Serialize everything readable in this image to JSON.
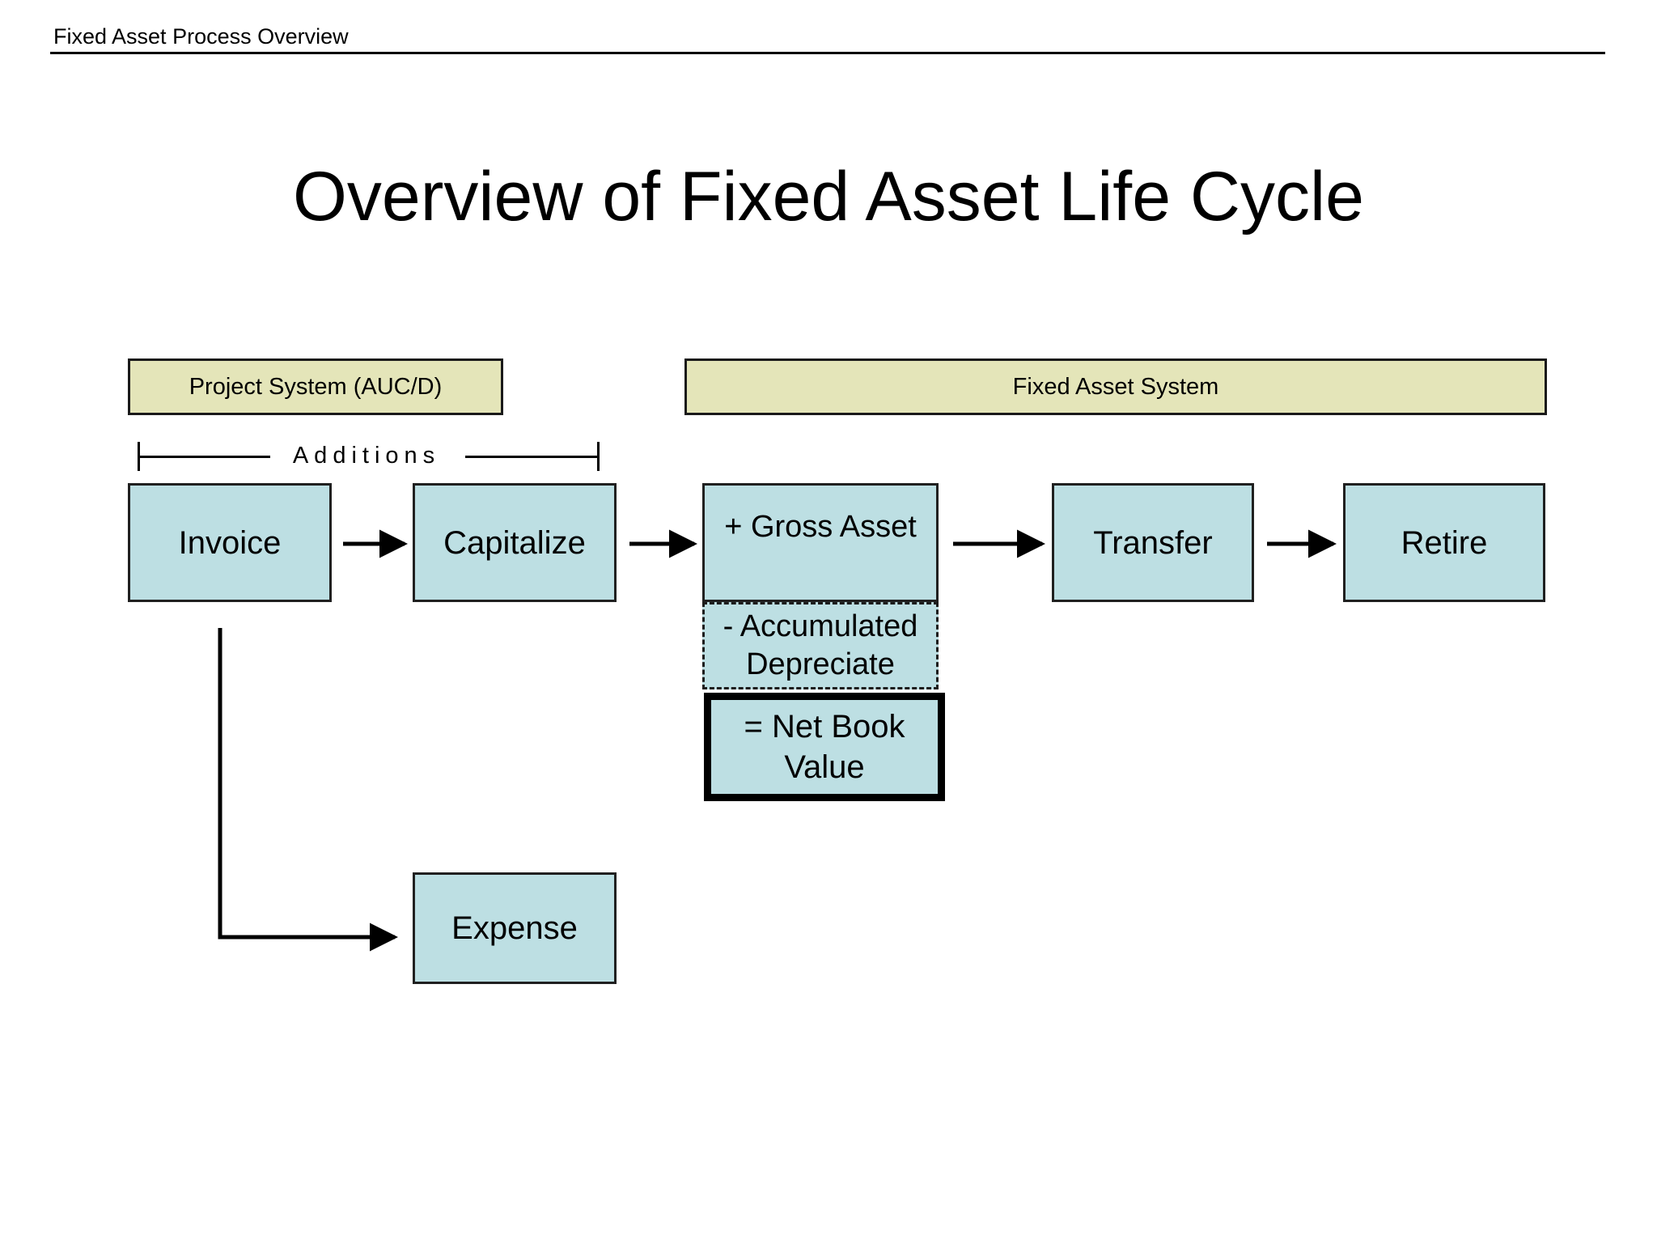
{
  "header": {
    "text": "Fixed Asset Process Overview"
  },
  "title": "Overview of Fixed Asset Life Cycle",
  "lanes": [
    {
      "id": "project",
      "label": "Project System (AUC/D)"
    },
    {
      "id": "fixed",
      "label": "Fixed Asset System"
    }
  ],
  "annotations": {
    "additions": "Additions"
  },
  "boxes": {
    "invoice": "Invoice",
    "capitalize": "Capitalize",
    "gross": "+ Gross Asset",
    "accumulated": "- Accumulated Depreciate",
    "net_book": "= Net Book Value",
    "transfer": "Transfer",
    "retire": "Retire",
    "expense": "Expense"
  },
  "colors": {
    "lane_fill": "#e4e5b9",
    "box_fill": "#bddfe3",
    "border": "#202020",
    "background": "#ffffff",
    "line": "#000000"
  },
  "flow": {
    "sequence": [
      "Invoice",
      "Capitalize",
      "+ Gross Asset",
      "Transfer",
      "Retire"
    ],
    "branch": {
      "from": "Invoice",
      "to": "Expense"
    }
  }
}
